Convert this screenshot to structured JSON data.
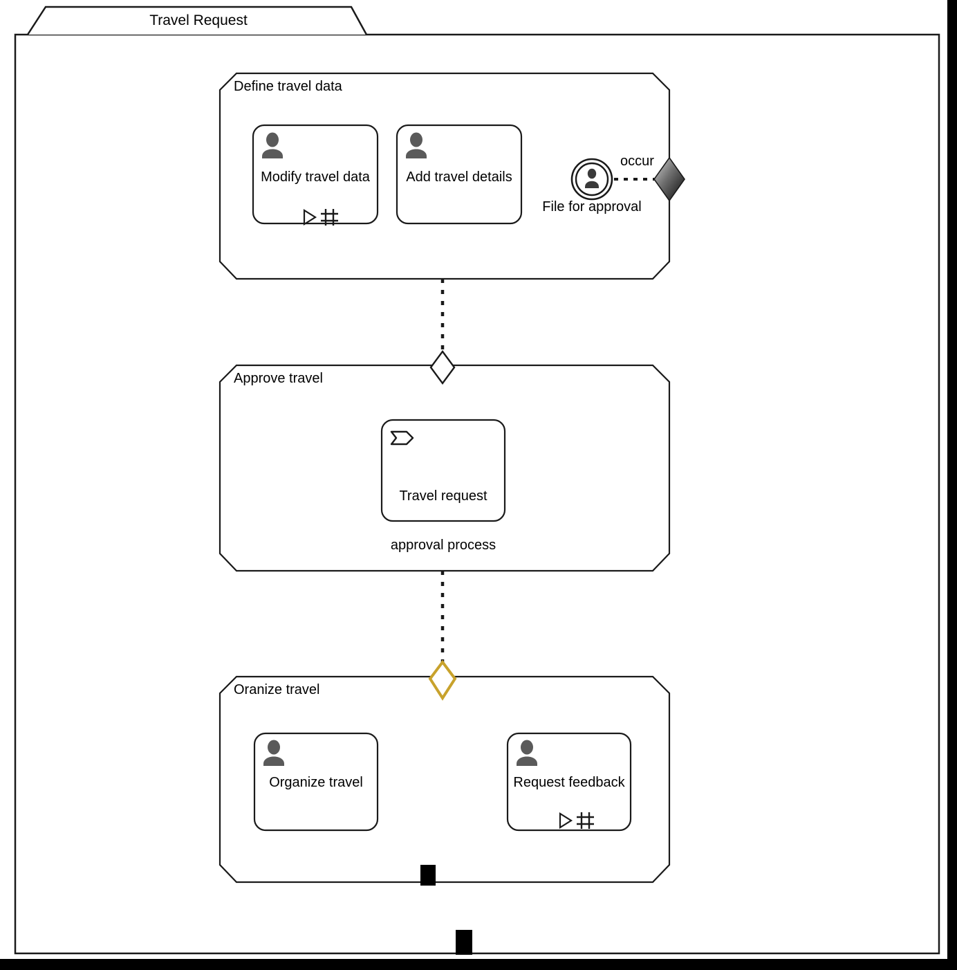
{
  "diagram": {
    "type": "bpmn-process-diagram",
    "pool": {
      "name": "Travel Request",
      "tab_label": "Travel Request"
    },
    "groups": [
      {
        "id": "define-travel-data",
        "title": "Define travel data",
        "tasks": [
          {
            "id": "modify-travel-data",
            "label": "Modify travel data",
            "type_icon": "user-task-icon",
            "markers": [
              "play-marker-icon",
              "parallel-multi-instance-icon"
            ]
          },
          {
            "id": "add-travel-details",
            "label": "Add travel details",
            "type_icon": "user-task-icon",
            "markers": []
          }
        ],
        "events": [
          {
            "id": "file-for-approval",
            "label": "File for approval",
            "type_icon": "user-event-icon",
            "shape": "double-circle"
          }
        ],
        "connector_label": "occur",
        "exit_gateway": {
          "id": "define-exit-gateway",
          "style": "gradient-diamond",
          "color": "#1a1a1a"
        }
      },
      {
        "id": "approve-travel",
        "title": "Approve travel",
        "tasks": [
          {
            "id": "travel-request-approval-process",
            "label": "Travel request\napproval process",
            "label_line1": "Travel request",
            "label_line2": "approval process",
            "type_icon": "call-activity-ribbon-icon",
            "markers": []
          }
        ],
        "events": [],
        "entry_gateway": {
          "id": "approve-entry-gateway",
          "style": "white-diamond",
          "color": "#1a1a1a"
        }
      },
      {
        "id": "oranize-travel",
        "title": "Oranize travel",
        "tasks": [
          {
            "id": "organize-travel",
            "label": "Organize travel",
            "type_icon": "user-task-icon",
            "markers": []
          },
          {
            "id": "request-feedback",
            "label": "Request feedback",
            "type_icon": "user-task-icon",
            "markers": [
              "play-marker-icon",
              "parallel-multi-instance-icon"
            ]
          }
        ],
        "events": [],
        "entry_gateway": {
          "id": "oranize-entry-gateway",
          "style": "gold-diamond",
          "color": "#c8a22c"
        },
        "exit_marker": {
          "id": "oranize-exit-marker",
          "style": "black-rectangle",
          "color": "#000000"
        }
      }
    ],
    "pool_exit_marker": {
      "id": "pool-exit-marker",
      "style": "black-rectangle",
      "color": "#000000"
    },
    "connectors": [
      {
        "id": "define-to-approve",
        "style": "dotted",
        "label": ""
      },
      {
        "id": "approve-to-oranize",
        "style": "dotted",
        "label": ""
      },
      {
        "id": "file-to-gateway",
        "style": "dotted",
        "label": "occur"
      }
    ],
    "colors": {
      "stroke": "#1a1a1a",
      "background": "#ffffff",
      "icon_gray": "#5a5a5a",
      "gold": "#c8a22c"
    }
  }
}
